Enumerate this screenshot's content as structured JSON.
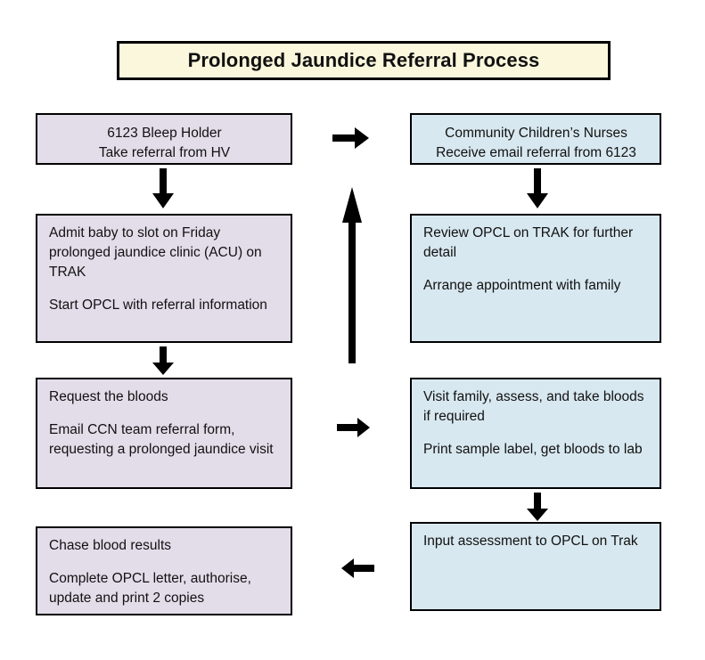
{
  "title": {
    "text": "Prolonged Jaundice Referral Process",
    "fill_color": "#faf7dc",
    "border_color": "#000000"
  },
  "colors": {
    "left_column_fill": "#e3ddea",
    "right_column_fill": "#d8e8f0",
    "border": "#000000",
    "arrow": "#000000",
    "background": "#ffffff",
    "text": "#111111"
  },
  "flow": {
    "left_column": [
      {
        "id": "bleep-holder",
        "align": "center",
        "paragraphs": [
          "6123 Bleep Holder",
          "Take referral from HV"
        ]
      },
      {
        "id": "admit-baby",
        "align": "left",
        "paragraphs": [
          "Admit baby to slot on Friday prolonged jaundice clinic (ACU) on TRAK",
          "Start OPCL with referral information"
        ]
      },
      {
        "id": "request-bloods",
        "align": "left",
        "paragraphs": [
          "Request the bloods",
          "Email CCN team referral form, requesting a prolonged jaundice visit"
        ]
      },
      {
        "id": "chase-results",
        "align": "left",
        "paragraphs": [
          "Chase blood results",
          "Complete OPCL letter, authorise, update and print 2 copies"
        ]
      }
    ],
    "right_column": [
      {
        "id": "ccn-receive",
        "align": "center",
        "paragraphs": [
          "Community Children’s Nurses",
          "Receive email referral from 6123"
        ]
      },
      {
        "id": "review-opcl",
        "align": "left",
        "paragraphs": [
          "Review OPCL on TRAK for further detail",
          "Arrange appointment with family"
        ]
      },
      {
        "id": "visit-family",
        "align": "left",
        "paragraphs": [
          "Visit family, assess, and take bloods if required",
          "Print sample label, get bloods to lab"
        ]
      },
      {
        "id": "input-opcl",
        "align": "left",
        "paragraphs": [
          "Input assessment to OPCL on Trak"
        ]
      }
    ],
    "connectors": [
      {
        "id": "arrow-right-top",
        "direction": "right",
        "from": "bleep-holder",
        "to": "ccn-receive"
      },
      {
        "id": "arrow-down-left-1",
        "direction": "down",
        "from": "bleep-holder",
        "to": "admit-baby"
      },
      {
        "id": "arrow-down-left-2",
        "direction": "down",
        "from": "admit-baby",
        "to": "request-bloods"
      },
      {
        "id": "arrow-down-right-1",
        "direction": "down",
        "from": "ccn-receive",
        "to": "review-opcl"
      },
      {
        "id": "arrow-right-mid",
        "direction": "right",
        "from": "request-bloods",
        "to": "visit-family"
      },
      {
        "id": "arrow-down-right-2",
        "direction": "down",
        "from": "visit-family",
        "to": "input-opcl"
      },
      {
        "id": "arrow-left-bottom",
        "direction": "left",
        "from": "input-opcl",
        "to": "chase-results"
      },
      {
        "id": "arrow-up-middle",
        "direction": "up",
        "from": "input-opcl",
        "to": "ccn-receive"
      }
    ]
  }
}
